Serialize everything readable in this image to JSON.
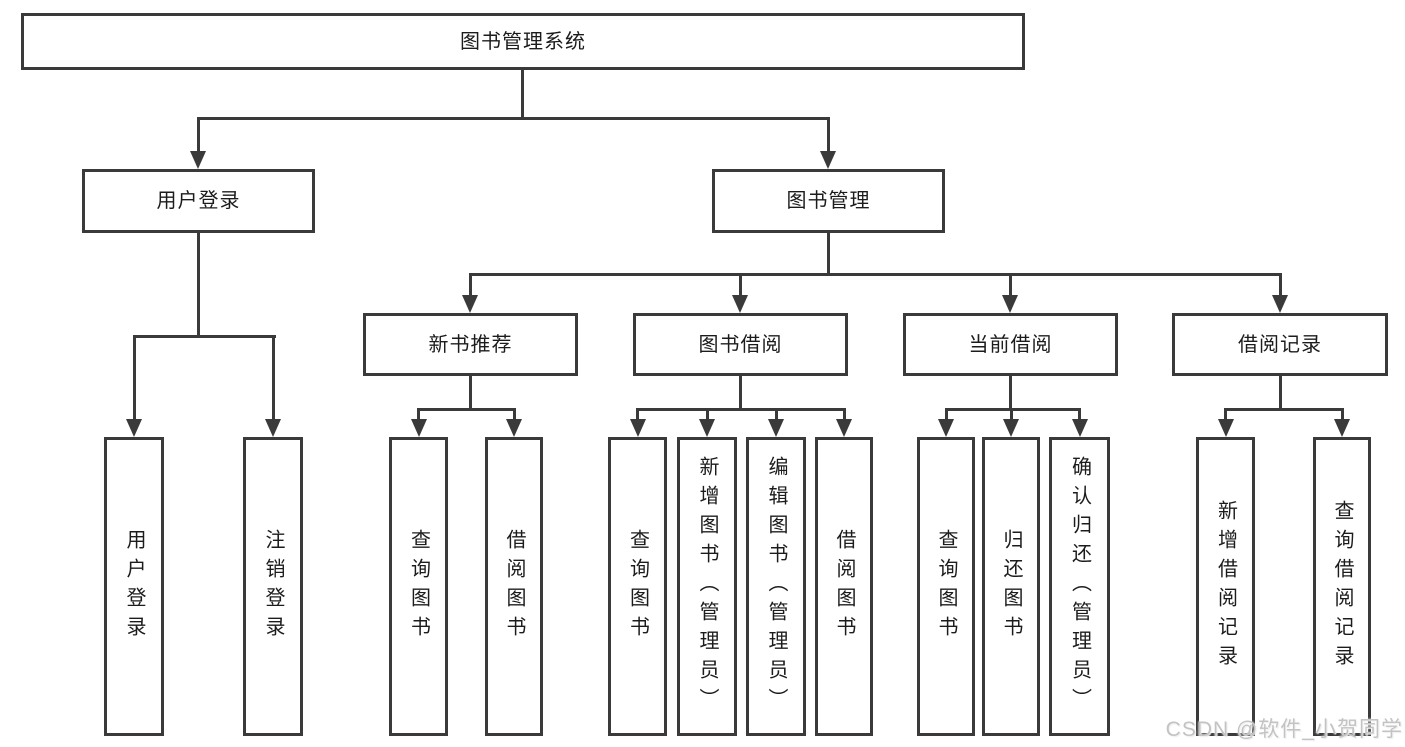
{
  "root": {
    "label": "图书管理系统"
  },
  "user": {
    "label": "用户登录",
    "children": [
      {
        "label": "用户登录"
      },
      {
        "label": "注销登录"
      }
    ]
  },
  "mgmt": {
    "label": "图书管理",
    "sections": [
      {
        "label": "新书推荐",
        "children": [
          {
            "label": "查询图书"
          },
          {
            "label": "借阅图书"
          }
        ]
      },
      {
        "label": "图书借阅",
        "children": [
          {
            "label": "查询图书"
          },
          {
            "label": "新增图书（管理员）"
          },
          {
            "label": "编辑图书（管理员）"
          },
          {
            "label": "借阅图书"
          }
        ]
      },
      {
        "label": "当前借阅",
        "children": [
          {
            "label": "查询图书"
          },
          {
            "label": "归还图书"
          },
          {
            "label": "确认归还（管理员）"
          }
        ]
      },
      {
        "label": "借阅记录",
        "children": [
          {
            "label": "新增借阅记录"
          },
          {
            "label": "查询借阅记录"
          }
        ]
      }
    ]
  },
  "watermark": "CSDN @软件_小贺同学",
  "colors": {
    "line": "#3a3a3a",
    "ink": "#1c1c1c",
    "wm": "#c3c3c3",
    "bg": "#ffffff"
  }
}
